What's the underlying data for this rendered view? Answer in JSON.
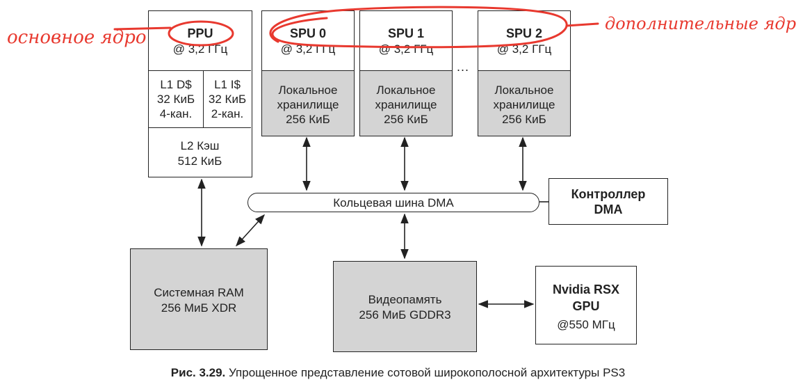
{
  "ppu": {
    "title": "PPU",
    "freq": "@ 3,2 ГГц",
    "l1d": [
      "L1 D$",
      "32 КиБ",
      "4-кан."
    ],
    "l1i": [
      "L1 I$",
      "32 КиБ",
      "2-кан."
    ],
    "l2": [
      "L2 Кэш",
      "512 КиБ"
    ]
  },
  "spus": [
    {
      "title": "SPU 0",
      "freq": "@ 3,2 ГГц",
      "store": [
        "Локальное",
        "хранилище",
        "256 КиБ"
      ]
    },
    {
      "title": "SPU 1",
      "freq": "@ 3,2 ГГц",
      "store": [
        "Локальное",
        "хранилище",
        "256 КиБ"
      ]
    },
    {
      "title": "SPU 2",
      "freq": "@ 3,2 ГГц",
      "store": [
        "Локальное",
        "хранилище",
        "256 КиБ"
      ]
    }
  ],
  "ellipsis": "...",
  "ring_bus": "Кольцевая шина DMA",
  "dma_controller": [
    "Контроллер",
    "DMA"
  ],
  "system_ram": [
    "Системная RAM",
    "256 МиБ XDR"
  ],
  "video_ram": [
    "Видеопамять",
    "256 МиБ GDDR3"
  ],
  "gpu": [
    "Nvidia RSX",
    "GPU",
    "@550 МГц"
  ],
  "caption": {
    "label": "Рис. 3.29.",
    "text": " Упрощенное представление сотовой широкополосной архитектуры PS3"
  },
  "handwritten": {
    "left": "основное ядро",
    "right": "дополнительные ядра"
  },
  "colors": {
    "annotation": "#e8392f",
    "grey_fill": "#d4d4d4",
    "line": "#222222"
  }
}
